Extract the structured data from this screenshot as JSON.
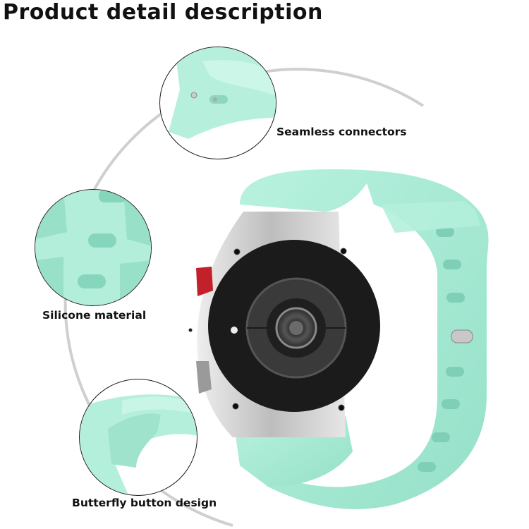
{
  "header": {
    "title": "Product detail description"
  },
  "callouts": [
    {
      "id": "seamless-connectors",
      "label": "Seamless connectors"
    },
    {
      "id": "silicone-material",
      "label": "Silicone material"
    },
    {
      "id": "butterfly-button",
      "label": "Butterfly button design"
    }
  ],
  "colors": {
    "band": "#a8ecd6",
    "band_shadow": "#86d8bf",
    "band_highlight": "#c4f4e4",
    "watch_case": "#c9c9c9",
    "watch_back": "#1c1c1c",
    "crown_accent": "#c2202a",
    "arc": "#c8c8c8",
    "text": "#111111"
  }
}
